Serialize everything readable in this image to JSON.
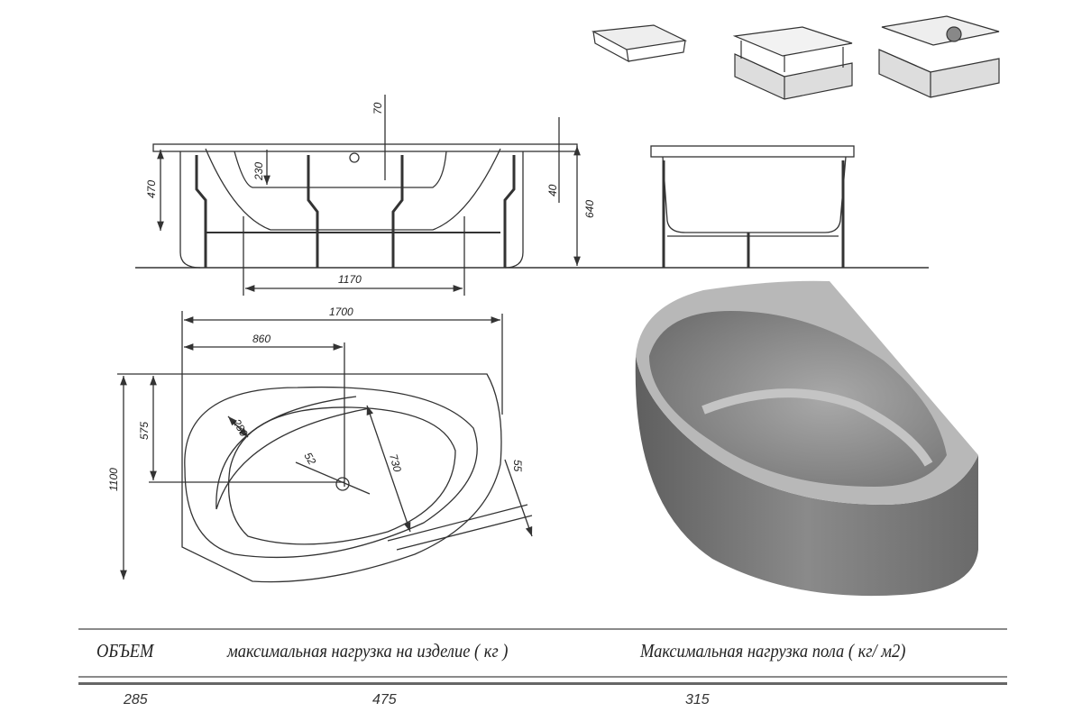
{
  "side_view": {
    "dimensions": {
      "top_offset": "70",
      "headrest_depth": "230",
      "inner_depth": "470",
      "rim": "40",
      "total_height": "640",
      "leg_span": "1170"
    }
  },
  "top_view": {
    "dimensions": {
      "length": "1700",
      "drain_offset_x": "860",
      "width": "1100",
      "drain_offset_y": "575",
      "armrest": "280",
      "drain_diameter": "52",
      "bowl_width": "730",
      "panel": "55"
    }
  },
  "specs_table": {
    "headers": [
      "ОБЪЕМ",
      "максимальная нагрузка на изделие ( кг )",
      "Максимальная нагрузка пола ( кг/ м2)"
    ],
    "values": [
      "285",
      "475",
      "315"
    ]
  },
  "colors": {
    "line": "#333333",
    "render_body": "#7a7a7a",
    "render_rim": "#b5b5b5"
  }
}
